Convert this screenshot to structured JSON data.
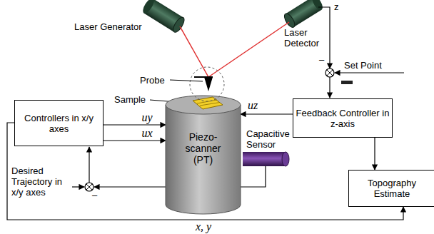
{
  "diagram": {
    "nodes": [
      {
        "text": [
          "Controllers in x/y axes"
        ]
      },
      {
        "text": [
          "Piezo-scanner (PT)"
        ]
      },
      {
        "text": [
          "Feedback Controller in z-axis"
        ]
      },
      {
        "text": [
          "Topography Estimate"
        ]
      }
    ],
    "edges": [
      {
        "from": 0,
        "to": 1,
        "arrow": "to",
        "label": "uy"
      },
      {
        "from": 0,
        "to": 1,
        "arrow": "to",
        "label": "ux"
      },
      {
        "from": 2,
        "to": 1,
        "arrow": "to",
        "label": "uz"
      },
      {
        "from": 2,
        "to": 3,
        "arrow": "to"
      },
      {
        "from": 0,
        "to": 3,
        "arrow": "to",
        "label": "x, y"
      }
    ],
    "labels": [
      "Laser Generator",
      "Laser Detector",
      "z",
      "–",
      "Set Point",
      "Probe",
      "Sample",
      "Capacitive Sensor",
      "Desired Trajectory in x/y axes",
      "–"
    ]
  }
}
